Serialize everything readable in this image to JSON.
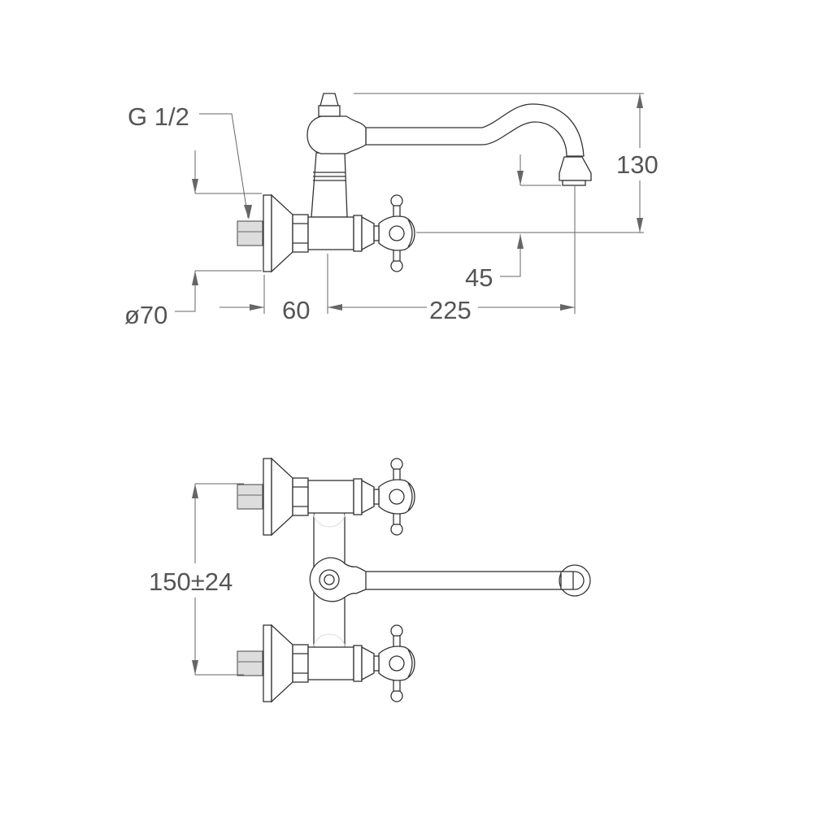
{
  "drawing": {
    "side_view": {
      "labels": {
        "thread": "G 1/2",
        "flange_diameter": "ø70",
        "wall_offset": "60",
        "spout_reach": "225",
        "height": "130",
        "outlet_height": "45"
      }
    },
    "front_view": {
      "labels": {
        "centers": "150±24"
      }
    },
    "colors": {
      "line": "#333333",
      "dimension": "#666666",
      "text": "#555555"
    }
  }
}
